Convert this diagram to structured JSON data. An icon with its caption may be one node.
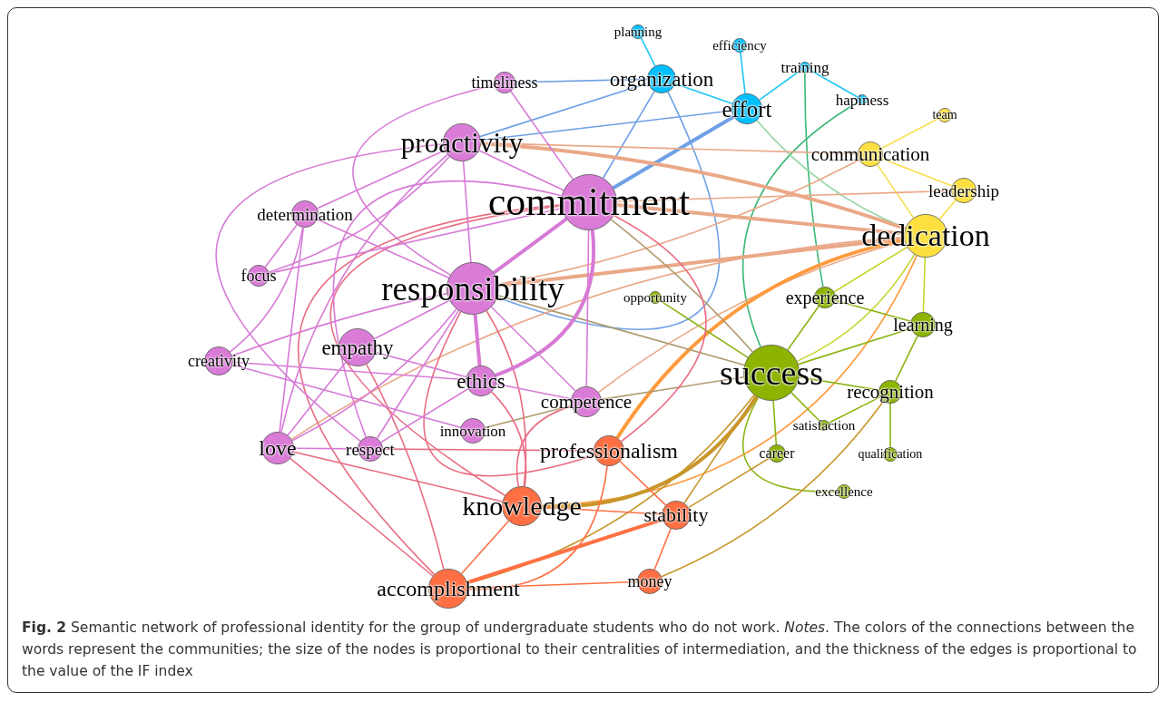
{
  "diagram": {
    "caption": "**Fig. 2** Semantic network of professional identity for the group of undergraduate students who do not work. *Notes*. The colors of the connections between the words represent the communities; the size of the nodes is proportional to their centralities of intermediation, and the thickness of the edges is proportional to the value of the IF index",
    "nodes": [
      {
        "text": [
          "planning"
        ]
      },
      {
        "text": [
          "efficiency"
        ]
      },
      {
        "text": [
          "organization"
        ]
      },
      {
        "text": [
          "timeliness"
        ]
      },
      {
        "text": [
          "training"
        ]
      },
      {
        "text": [
          "effort"
        ]
      },
      {
        "text": [
          "hapiness"
        ]
      },
      {
        "text": [
          "team"
        ]
      },
      {
        "text": [
          "proactivity"
        ]
      },
      {
        "text": [
          "communication"
        ]
      },
      {
        "text": [
          "commitment"
        ]
      },
      {
        "text": [
          "leadership"
        ]
      },
      {
        "text": [
          "determination"
        ]
      },
      {
        "text": [
          "dedication"
        ]
      },
      {
        "text": [
          "focus"
        ]
      },
      {
        "text": [
          "responsibility"
        ]
      },
      {
        "text": [
          "opportunity"
        ]
      },
      {
        "text": [
          "experience"
        ]
      },
      {
        "text": [
          "learning"
        ]
      },
      {
        "text": [
          "empathy"
        ]
      },
      {
        "text": [
          "creativity"
        ]
      },
      {
        "text": [
          "success"
        ]
      },
      {
        "text": [
          "ethics"
        ]
      },
      {
        "text": [
          "recognition"
        ]
      },
      {
        "text": [
          "competence"
        ]
      },
      {
        "text": [
          "innovation"
        ]
      },
      {
        "text": [
          "satisfaction"
        ]
      },
      {
        "text": [
          "love"
        ]
      },
      {
        "text": [
          "respect"
        ]
      },
      {
        "text": [
          "professionalism"
        ]
      },
      {
        "text": [
          "career"
        ]
      },
      {
        "text": [
          "qualification"
        ]
      },
      {
        "text": [
          "excellence"
        ]
      },
      {
        "text": [
          "knowledge"
        ]
      },
      {
        "text": [
          "stability"
        ]
      },
      {
        "text": [
          "accomplishment"
        ]
      },
      {
        "text": [
          "money"
        ]
      }
    ],
    "edges": [
      {
        "from": 3,
        "to": 2,
        "arrow": "none",
        "color": "#6fa0e6"
      },
      {
        "from": 8,
        "to": 2,
        "arrow": "none",
        "color": "#6fa0e6"
      },
      {
        "from": 8,
        "to": 5,
        "arrow": "none",
        "color": "#6fa0e6"
      },
      {
        "from": 2,
        "to": 10,
        "arrow": "none",
        "color": "#6fa0e6"
      },
      {
        "from": 2,
        "to": 15,
        "arrow": "none",
        "color": "#6fa0e6"
      },
      {
        "from": 5,
        "to": 10,
        "arrow": "none",
        "color": "#6fa0e6",
        "style": "thick"
      },
      {
        "from": 0,
        "to": 2,
        "arrow": "none",
        "color": "#1ec8f5"
      },
      {
        "from": 2,
        "to": 5,
        "arrow": "none",
        "color": "#1ec8f5"
      },
      {
        "from": 1,
        "to": 5,
        "arrow": "none",
        "color": "#1ec8f5"
      },
      {
        "from": 5,
        "to": 4,
        "arrow": "none",
        "color": "#1ec8f5"
      },
      {
        "from": 4,
        "to": 6,
        "arrow": "none",
        "color": "#1ec8f5"
      },
      {
        "from": 4,
        "to": 17,
        "arrow": "none",
        "color": "#3cb878"
      },
      {
        "from": 6,
        "to": 21,
        "arrow": "none",
        "color": "#3cb878"
      },
      {
        "from": 5,
        "to": 13,
        "arrow": "none",
        "color": "#8fd4a4"
      },
      {
        "from": 7,
        "to": 9,
        "arrow": "none",
        "color": "#fbdc4a"
      },
      {
        "from": 9,
        "to": 11,
        "arrow": "none",
        "color": "#fbdc4a"
      },
      {
        "from": 9,
        "to": 13,
        "arrow": "none",
        "color": "#fbdc4a"
      },
      {
        "from": 11,
        "to": 13,
        "arrow": "none",
        "color": "#fbdc4a"
      },
      {
        "from": 8,
        "to": 9,
        "arrow": "none",
        "color": "#eaa888"
      },
      {
        "from": 8,
        "to": 13,
        "arrow": "none",
        "color": "#eaa888",
        "style": "thick"
      },
      {
        "from": 10,
        "to": 11,
        "arrow": "none",
        "color": "#eaa888"
      },
      {
        "from": 10,
        "to": 13,
        "arrow": "none",
        "color": "#eaa888",
        "style": "thick"
      },
      {
        "from": 15,
        "to": 13,
        "arrow": "none",
        "color": "#eaa888",
        "style": "thick"
      },
      {
        "from": 9,
        "to": 15,
        "arrow": "none",
        "color": "#eaa888"
      },
      {
        "from": 13,
        "to": 24,
        "arrow": "none",
        "color": "#eaa888"
      },
      {
        "from": 13,
        "to": 27,
        "arrow": "none",
        "color": "#eaa888"
      },
      {
        "from": 13,
        "to": 29,
        "arrow": "none",
        "color": "#ff9a3c",
        "style": "thick"
      },
      {
        "from": 13,
        "to": 33,
        "arrow": "none",
        "color": "#ff9a3c"
      },
      {
        "from": 13,
        "to": 18,
        "arrow": "none",
        "color": "#c8d630"
      },
      {
        "from": 13,
        "to": 21,
        "arrow": "none",
        "color": "#c8d630"
      },
      {
        "from": 13,
        "to": 17,
        "arrow": "none",
        "color": "#c8d630"
      },
      {
        "from": 16,
        "to": 21,
        "arrow": "none",
        "color": "#8cb414"
      },
      {
        "from": 17,
        "to": 21,
        "arrow": "none",
        "color": "#8cb414"
      },
      {
        "from": 17,
        "to": 18,
        "arrow": "none",
        "color": "#8cb414"
      },
      {
        "from": 18,
        "to": 21,
        "arrow": "none",
        "color": "#8cb414"
      },
      {
        "from": 18,
        "to": 23,
        "arrow": "none",
        "color": "#8cb414"
      },
      {
        "from": 21,
        "to": 23,
        "arrow": "none",
        "color": "#8cb414"
      },
      {
        "from": 21,
        "to": 26,
        "arrow": "none",
        "color": "#8cb414"
      },
      {
        "from": 26,
        "to": 23,
        "arrow": "none",
        "color": "#8cb414"
      },
      {
        "from": 21,
        "to": 30,
        "arrow": "none",
        "color": "#8cb414"
      },
      {
        "from": 21,
        "to": 32,
        "arrow": "none",
        "color": "#8cb414"
      },
      {
        "from": 23,
        "to": 31,
        "arrow": "none",
        "color": "#8cb414"
      },
      {
        "from": 10,
        "to": 21,
        "arrow": "none",
        "color": "#b09a6e"
      },
      {
        "from": 15,
        "to": 21,
        "arrow": "none",
        "color": "#b09a6e"
      },
      {
        "from": 24,
        "to": 21,
        "arrow": "none",
        "color": "#b09a6e"
      },
      {
        "from": 25,
        "to": 24,
        "arrow": "none",
        "color": "#b09a6e"
      },
      {
        "from": 21,
        "to": 33,
        "arrow": "none",
        "color": "#c8962a",
        "style": "thick"
      },
      {
        "from": 21,
        "to": 35,
        "arrow": "none",
        "color": "#c8962a"
      },
      {
        "from": 21,
        "to": 34,
        "arrow": "none",
        "color": "#c8962a"
      },
      {
        "from": 34,
        "to": 30,
        "arrow": "none",
        "color": "#c8962a"
      },
      {
        "from": 36,
        "to": 23,
        "arrow": "none",
        "color": "#c8962a"
      },
      {
        "from": 29,
        "to": 34,
        "arrow": "none",
        "color": "#ff7043"
      },
      {
        "from": 33,
        "to": 34,
        "arrow": "none",
        "color": "#ff7043"
      },
      {
        "from": 35,
        "to": 34,
        "arrow": "none",
        "color": "#ff7043",
        "style": "thick"
      },
      {
        "from": 35,
        "to": 36,
        "arrow": "none",
        "color": "#ff7043"
      },
      {
        "from": 34,
        "to": 36,
        "arrow": "none",
        "color": "#ff7043"
      },
      {
        "from": 35,
        "to": 33,
        "arrow": "none",
        "color": "#ff7043"
      },
      {
        "from": 35,
        "to": 29,
        "arrow": "none",
        "color": "#ff7043"
      },
      {
        "from": 10,
        "to": 33,
        "arrow": "none",
        "color": "#e96c82"
      },
      {
        "from": 10,
        "to": 35,
        "arrow": "none",
        "color": "#e96c82"
      },
      {
        "from": 10,
        "to": 29,
        "arrow": "none",
        "color": "#e96c82"
      },
      {
        "from": 15,
        "to": 33,
        "arrow": "none",
        "color": "#e96c82"
      },
      {
        "from": 15,
        "to": 29,
        "arrow": "none",
        "color": "#e96c82"
      },
      {
        "from": 27,
        "to": 33,
        "arrow": "none",
        "color": "#e96c82"
      },
      {
        "from": 27,
        "to": 35,
        "arrow": "none",
        "color": "#e96c82"
      },
      {
        "from": 19,
        "to": 35,
        "arrow": "none",
        "color": "#e96c82"
      },
      {
        "from": 28,
        "to": 29,
        "arrow": "none",
        "color": "#e96c82"
      },
      {
        "from": 24,
        "to": 33,
        "arrow": "none",
        "color": "#e96c82"
      },
      {
        "from": 22,
        "to": 33,
        "arrow": "none",
        "color": "#e96c82"
      },
      {
        "from": 3,
        "to": 15,
        "arrow": "none"
      },
      {
        "from": 3,
        "to": 10,
        "arrow": "none"
      },
      {
        "from": 8,
        "to": 10,
        "arrow": "none"
      },
      {
        "from": 8,
        "to": 15,
        "arrow": "none"
      },
      {
        "from": 8,
        "to": 12,
        "arrow": "none"
      },
      {
        "from": 8,
        "to": 14,
        "arrow": "none"
      },
      {
        "from": 8,
        "to": 27,
        "arrow": "none"
      },
      {
        "from": 8,
        "to": 28,
        "arrow": "none"
      },
      {
        "from": 12,
        "to": 14,
        "arrow": "none"
      },
      {
        "from": 12,
        "to": 27,
        "arrow": "none"
      },
      {
        "from": 12,
        "to": 15,
        "arrow": "none"
      },
      {
        "from": 14,
        "to": 10,
        "arrow": "none"
      },
      {
        "from": 20,
        "to": 12,
        "arrow": "none"
      },
      {
        "from": 20,
        "to": 15,
        "arrow": "none"
      },
      {
        "from": 20,
        "to": 22,
        "arrow": "none"
      },
      {
        "from": 20,
        "to": 25,
        "arrow": "none"
      },
      {
        "from": 10,
        "to": 15,
        "arrow": "none",
        "style": "thick"
      },
      {
        "from": 10,
        "to": 22,
        "arrow": "none",
        "style": "thick"
      },
      {
        "from": 10,
        "to": 28,
        "arrow": "none"
      },
      {
        "from": 10,
        "to": 24,
        "arrow": "none"
      },
      {
        "from": 15,
        "to": 19,
        "arrow": "none"
      },
      {
        "from": 15,
        "to": 27,
        "arrow": "none"
      },
      {
        "from": 15,
        "to": 22,
        "arrow": "none",
        "style": "thick"
      },
      {
        "from": 15,
        "to": 28,
        "arrow": "none"
      },
      {
        "from": 15,
        "to": 24,
        "arrow": "none"
      },
      {
        "from": 19,
        "to": 22,
        "arrow": "none"
      },
      {
        "from": 19,
        "to": 27,
        "arrow": "none"
      },
      {
        "from": 22,
        "to": 24,
        "arrow": "none"
      },
      {
        "from": 22,
        "to": 28,
        "arrow": "none"
      },
      {
        "from": 27,
        "to": 28,
        "arrow": "none"
      }
    ]
  }
}
